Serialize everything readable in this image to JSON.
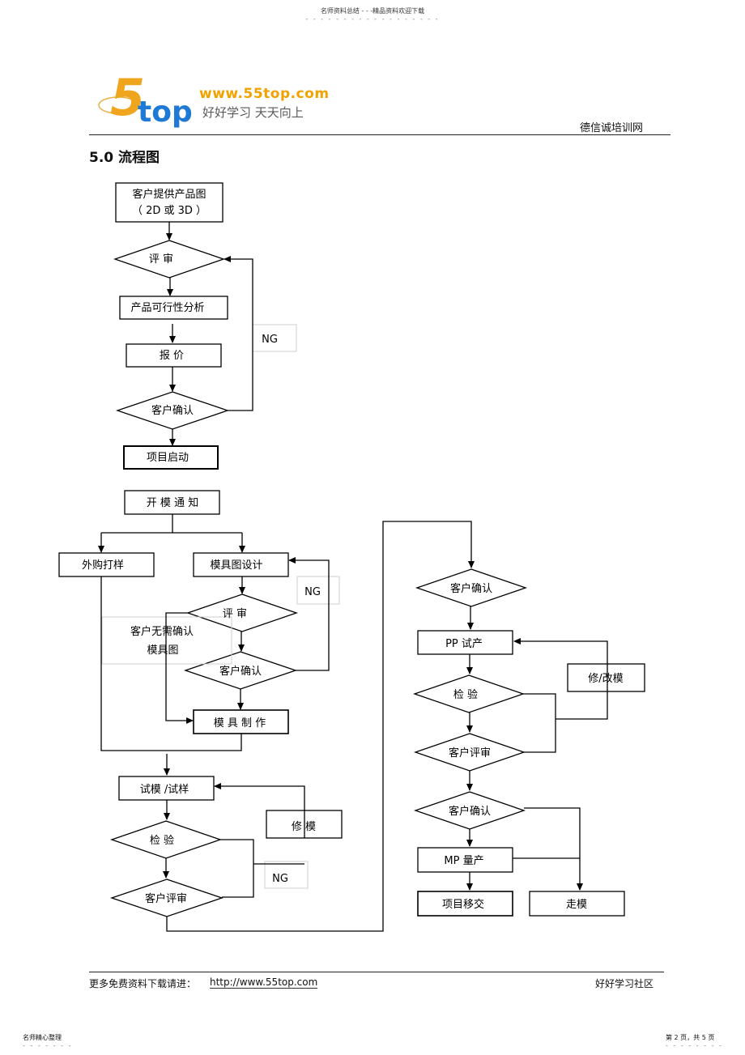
{
  "header": {
    "top_note": "名师资料总结 - - -精品资料欢迎下载",
    "top_dots": "- - - - - - - - - - - - - - - - - -",
    "logo_digit": "5",
    "logo_word": "top",
    "logo_url": "www.55top.com",
    "logo_slogan": "好好学习  天天向上",
    "org_name": "德信诚培训网"
  },
  "section_title": "5.0 流程图",
  "flowchart": {
    "left": {
      "n1_line1": "客户提供产品图",
      "n1_line2": "（ 2D  或  3D ）",
      "n2": "评    审",
      "n3": "产品可行性分析",
      "n4": "报          价",
      "n5": "客户确认",
      "ng1": "NG",
      "n6": "项目启动",
      "n7": "开  模  通  知",
      "n8": "外购打样",
      "n9": "模具图设计",
      "ng2": "NG",
      "n10": "评    审",
      "note_line1": "客户无需确认",
      "note_line2": "模具图",
      "n11": "客户确认",
      "n12": "模  具  制  作",
      "n13": "试模 /试样",
      "n14": "修    模",
      "n15": "检     验",
      "ng3": "NG",
      "n16": "客户评审"
    },
    "right": {
      "r1": "客户确认",
      "r2": "PP 试产",
      "r3": "修/改模",
      "r4": "检     验",
      "r5": "客户评审",
      "r6": "客户确认",
      "r7": "MP  量产",
      "r8": "项目移交",
      "r9": "走模"
    }
  },
  "footer": {
    "left_text": "更多免费资料下载请进：",
    "link": "http://www.55top.com",
    "right_text": "好好学习社区"
  },
  "bottom": {
    "left_text": "名师精心整理",
    "left_dots": "- - - - - - -",
    "right_text": "第 2 页，共 5 页",
    "right_dots": "- - - - - - - -"
  }
}
